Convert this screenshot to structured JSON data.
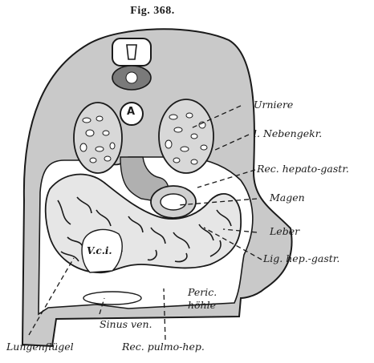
{
  "figure": {
    "title": "Fig. 368."
  },
  "inset_labels": {
    "aorta": "A",
    "vena_cava": "V.c.i."
  },
  "labels": {
    "urniere": "Urniere",
    "nebengekr": "l. Nebengekr.",
    "rec_hepato_gastr": "Rec. hepato-gastr.",
    "magen": "Magen",
    "leber": "Leber",
    "lig_hep_gastr": "Lig. hep.-gastr.",
    "peric_hoehle_1": "Peric.",
    "peric_hoehle_2": "höhle",
    "sinus_ven": "Sinus ven.",
    "lungenfluegel": "Lungenflügel",
    "rec_pulmo_hep": "Rec. pulmo-hep."
  },
  "colors": {
    "ink": "#1a1a1a",
    "tissue": "#c9c9c9",
    "tissue_dark": "#9a9a9a",
    "paper": "#ffffff"
  }
}
